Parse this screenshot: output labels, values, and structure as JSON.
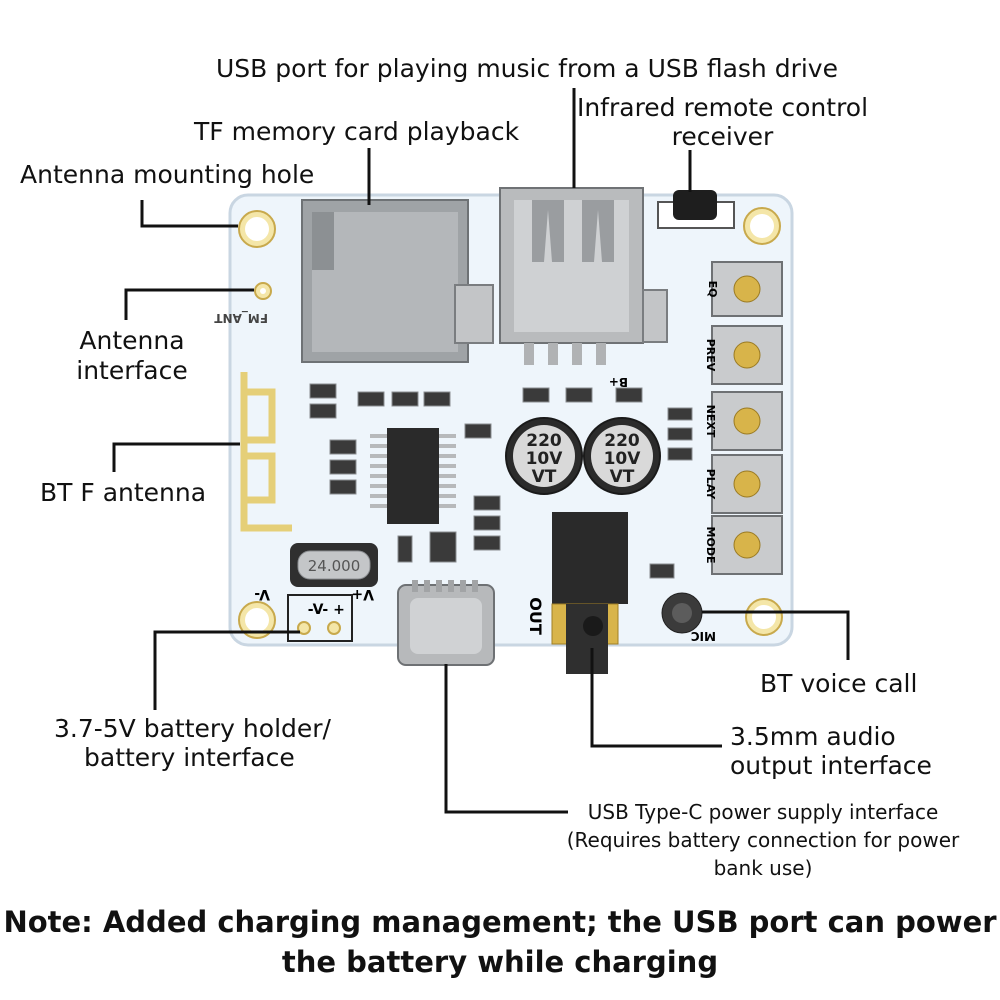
{
  "labels": {
    "usb_port": "USB port for playing music from a USB flash drive",
    "ir_line1": "Infrared remote control",
    "ir_line2": "receiver",
    "tf_card": "TF memory card playback",
    "antenna_hole": "Antenna mounting hole",
    "antenna_if_line1": "Antenna",
    "antenna_if_line2": "interface",
    "bt_antenna": "BT F antenna",
    "bt_voice": "BT voice call",
    "battery_line1": "3.7-5V battery holder/",
    "battery_line2": "battery interface",
    "audio_line1": "3.5mm audio",
    "audio_line2": "output interface",
    "typec_line1": "USB Type-C power supply interface",
    "typec_line2": "(Requires battery connection for power",
    "typec_line3": "bank use)"
  },
  "note": {
    "line1": "Note: Added charging management; the USB port can power",
    "line2": "the battery while charging"
  },
  "board_text": {
    "fm_ant": "FM_ANT",
    "crystal": "24.000",
    "cap1_line1": "220",
    "cap1_line2": "10V",
    "cap1_line3": "VT",
    "cap2_line1": "220",
    "cap2_line2": "10V",
    "cap2_line3": "VT",
    "btn_eq": "EQ",
    "btn_prev": "PREV",
    "btn_next": "NEXT",
    "btn_play": "PLAY",
    "btn_mode": "MODE",
    "out": "OUT",
    "mic": "MIC",
    "v_minus": "V-",
    "v_plus": "V+",
    "pad_minus": "-V-",
    "pad_plus": "+",
    "b_plus": "B+"
  },
  "colors": {
    "board": "#eef5fb",
    "board_edge": "#c9d6e2",
    "metal": "#a7a9ab",
    "chip": "#2a2a2a",
    "gold": "#d8b44a",
    "leader": "#111111"
  }
}
